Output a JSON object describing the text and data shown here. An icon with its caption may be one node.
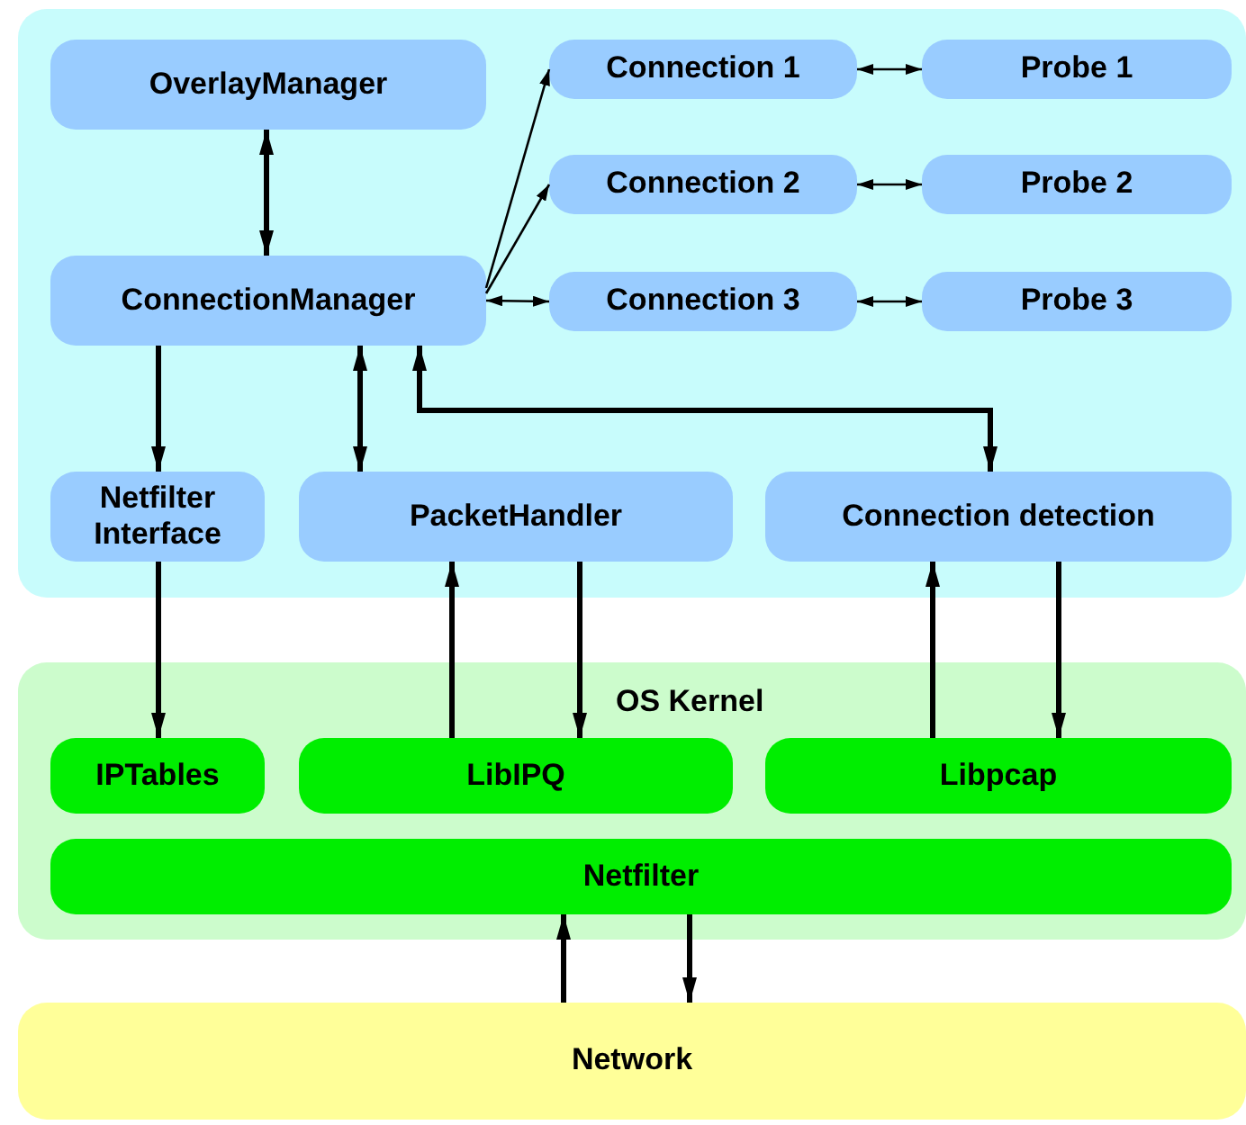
{
  "diagram": {
    "nodes": [
      {
        "text": [],
        "shape": "box"
      },
      {
        "text": [
          "OverlayManager"
        ],
        "in": 0
      },
      {
        "text": [
          "Connection 1"
        ],
        "in": 0
      },
      {
        "text": [
          "Probe 1"
        ],
        "in": 0
      },
      {
        "text": [
          "Connection 2"
        ],
        "in": 0
      },
      {
        "text": [
          "Probe 2"
        ],
        "in": 0
      },
      {
        "text": [
          "ConnectionManager"
        ],
        "in": 0
      },
      {
        "text": [
          "Connection 3"
        ],
        "in": 0
      },
      {
        "text": [
          "Probe 3"
        ],
        "in": 0
      },
      {
        "text": [
          "Netfilter Interface"
        ],
        "in": 0
      },
      {
        "text": [
          "PacketHandler"
        ],
        "in": 0
      },
      {
        "text": [
          "Connection detection"
        ],
        "in": 0
      },
      {
        "text": [
          "OS Kernel"
        ]
      },
      {
        "text": [
          "IPTables"
        ],
        "in": 12
      },
      {
        "text": [
          "LibIPQ"
        ],
        "in": 12
      },
      {
        "text": [
          "Libpcap"
        ],
        "in": 12
      },
      {
        "text": [
          "Netfilter"
        ],
        "in": 12
      },
      {
        "text": [
          "Network"
        ]
      }
    ],
    "edges": [
      {
        "from": 1,
        "to": 6,
        "arrow": "both"
      },
      {
        "from": 6,
        "to": 2,
        "arrow": "to"
      },
      {
        "from": 6,
        "to": 4,
        "arrow": "to"
      },
      {
        "from": 6,
        "to": 7,
        "arrow": "both"
      },
      {
        "from": 2,
        "to": 3,
        "arrow": "both"
      },
      {
        "from": 4,
        "to": 5,
        "arrow": "both"
      },
      {
        "from": 7,
        "to": 8,
        "arrow": "both"
      },
      {
        "from": 6,
        "to": 9,
        "arrow": "to"
      },
      {
        "from": 6,
        "to": 10,
        "arrow": "both"
      },
      {
        "from": 6,
        "to": 11,
        "arrow": "both"
      },
      {
        "from": 9,
        "to": 13,
        "arrow": "to"
      },
      {
        "from": 14,
        "to": 10,
        "arrow": "to"
      },
      {
        "from": 10,
        "to": 14,
        "arrow": "to"
      },
      {
        "from": 15,
        "to": 11,
        "arrow": "to"
      },
      {
        "from": 11,
        "to": 15,
        "arrow": "to"
      },
      {
        "from": 17,
        "to": 16,
        "arrow": "to"
      },
      {
        "from": 16,
        "to": 17,
        "arrow": "to"
      }
    ]
  }
}
